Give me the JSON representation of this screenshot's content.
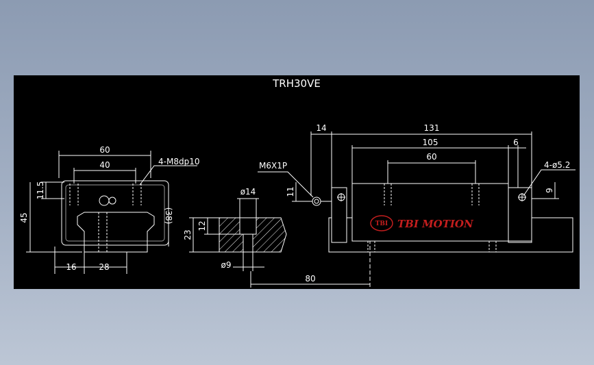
{
  "drawing": {
    "title": "TRH30VE",
    "front_view": {
      "width_outer": "60",
      "width_inner": "40",
      "mount_thread": "4-M8dp10",
      "height_top": "11.5",
      "height_total": "45",
      "height_ref": "(38)",
      "rail_offset": "16",
      "rail_width": "28"
    },
    "rail_section": {
      "counterbore_dia": "ø14",
      "counterbore_depth": "12",
      "rail_height": "23",
      "hole_dia": "ø9",
      "pitch": "80"
    },
    "side_view": {
      "grease_nipple": "M6X1P",
      "nipple_height": "11",
      "end_cap": "14",
      "length_total": "131",
      "length_body": "105",
      "hole_spacing": "60",
      "seal": "6",
      "holes": "4-ø5.2",
      "hole_height": "9"
    },
    "logo": {
      "badge": "TBI",
      "text": "TBI MOTION",
      "color": "#c41e1e"
    }
  }
}
